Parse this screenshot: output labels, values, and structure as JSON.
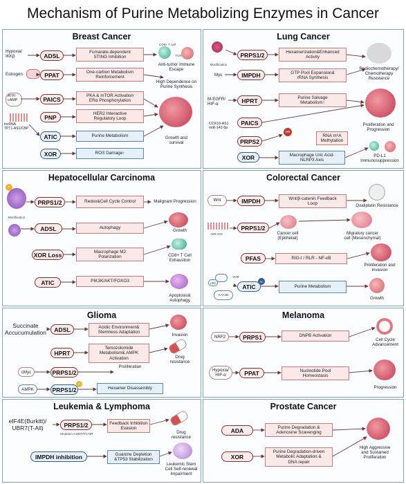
{
  "title": "Mechanism of Purine Metabolizing Enzymes in Cancer",
  "breast": {
    "title": "Breast Cancer",
    "hypoxia": "Hypoxia/\nIKKβ",
    "estrogen": "Estrogen",
    "atp": "ATP/\ncAMP",
    "lncrna": "lncRNA\nTPT1-AS1/CBP",
    "genes": [
      "ADSL",
      "PPAT",
      "PAICS",
      "PNP",
      "ATIC",
      "XOR"
    ],
    "boxes": [
      "Fumarate-dependent\nSTING Inhibition",
      "One-carbon Metabolism\nReinforcement",
      "PKA & mTOR Activation\nERα Phosphorylation",
      "HER2 Interactive\nRegulatory Loop",
      "Purine Metabolism",
      "ROS Damage↑"
    ],
    "out1": "Anti-tumor Immune\nEscape",
    "out2": "High Dependence on\nPurine Synthesis",
    "out3": "Growth and\nsurvival",
    "tiny1": "CD8+ T cell",
    "tiny2": "TCR"
  },
  "lung": {
    "title": "Lung Cancer",
    "mod": "Modification",
    "myc": "Myc",
    "megfr": "M-EGFR/\nHIF-α",
    "cox": "COX10-AS1\nmiR-142-5p",
    "genes": [
      "PRPS1/2",
      "IMPDH",
      "HPRT",
      "PAICS",
      "PRPS2",
      "XOR"
    ],
    "boxes": [
      "Hexamerization&Enhanced\nActivity",
      "GTP Pool Expansion&\nrRNA Synthesis",
      "Purine Salvage\nMetabolism↑",
      "RNA m⁶A\nMethylation",
      "Macrophage Uric Acid-\nNLRP3 Axis"
    ],
    "m6a": "M6",
    "out1": "Radiochemotherapy/\nChemotherapy\nResistance",
    "out2": "Proliferation and\nProgression",
    "out3": "PD-L1\nImmunosuppression"
  },
  "hcc": {
    "title": "Hepatocellular Carcinoma",
    "mod": "Modification",
    "p": "P",
    "genes": [
      "PRPS1/2",
      "ADSL",
      "XOR Loss",
      "ATIC"
    ],
    "boxes": [
      "Redox&Cell Cycle Control",
      "Autophagy",
      "Macrophage M2\nPolarization",
      "PIK3K/AKT/FOXO3"
    ],
    "out1": "Malignant Progression",
    "out2": "Growth",
    "out3": "CD8+ T Cell\nExhaustion",
    "out4": "Apoptosis&\nAutophagy"
  },
  "crc": {
    "title": "Colorectal Cancer",
    "wnt": "Wnt",
    "mir": "miR-124",
    "vdr": "VDR",
    "p53": "p53",
    "kat": "KAT2B",
    "ac": "Ac",
    "genes": [
      "IMPDH",
      "PRPS1/2",
      "PFAS",
      "ATIC"
    ],
    "boxes": [
      "Wnt/β-catenin Feedback\nLoop",
      "RIG-I / RLR - NF-κB",
      "Purine Metabolism"
    ],
    "cell1": "Cancer cell\n(Epithelial)",
    "cell2": "Migratory cancer\ncell (Mesenchymal)",
    "out1": "Oxaliplatin Resistance",
    "out2": "Proliferation and\ninvasion",
    "out3": "Growth"
  },
  "glioma": {
    "title": "Glioma",
    "succ": "Succinate\nAccucumulation",
    "cmyc": "cMyc",
    "ampk": "AMPK",
    "p": "P",
    "genes": [
      "ADSL",
      "HPRT",
      "PRPS1/2",
      "PRPS1/2"
    ],
    "boxes": [
      "Acidic Environment&\nStemness Adaptation",
      "Temozolomide\nMetabolism& AMPK\nActivation",
      "Hexamer Disassembly"
    ],
    "prolif": "Proliferation",
    "out1": "Invasion",
    "out2": "Drug\nresistance"
  },
  "melanoma": {
    "title": "Melanoma",
    "nrf2": "NRF2",
    "hyp": "Hypoxia/\nHIF-α",
    "genes": [
      "PRPS1",
      "PPAT"
    ],
    "boxes": [
      "DNPB Activation",
      "Nucleotide Pool\nHomeostasis"
    ],
    "out1": "Cell Cycle\nAdvancement",
    "out2": "Progression"
  },
  "leukemia": {
    "title": "Leukemia & Lymphoma",
    "eif": "eIF4E(Burkitt)/\nUBR7(T-All)",
    "mut": "Mutation A190T/P173R",
    "genes": [
      "PRPS1/2",
      "IMPDH inhibition"
    ],
    "boxes": [
      "Feedback Inhibition\nEvasion",
      "Guanine Depletion\n&TP53 Stabilization"
    ],
    "out1": "Drug\nresistance",
    "out2": "Leukemic Stem\nCell Self-renewal\nImpairment"
  },
  "prostate": {
    "title": "Prostate Cancer",
    "genes": [
      "ADA",
      "XOR"
    ],
    "boxes": [
      "Purine Degradation &\nAdenosine Scavenging",
      "Purine Degradation-driven\nMetabolic Adaptation &\nDNA repair"
    ],
    "out1": "High Aggressive\nand Sustained\nProliferation"
  },
  "colors": {
    "panel_border": "#7f9fc4",
    "gene_border": "#8a2f2f",
    "box_red": "#fbe9e8",
    "box_blue": "#e5f0fa",
    "arrow": "#6b3a3a"
  }
}
